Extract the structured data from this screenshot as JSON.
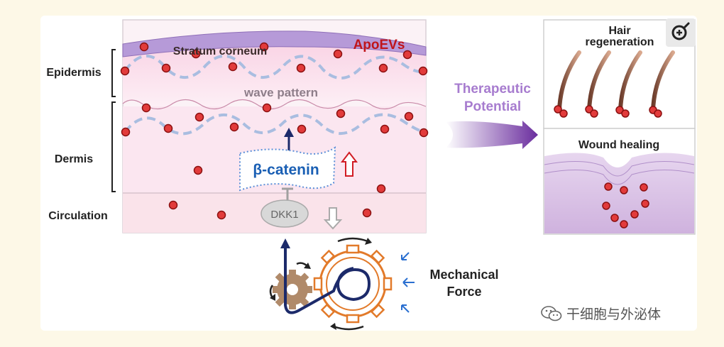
{
  "labels": {
    "apoevs": "ApoEVs",
    "stratum_corneum": "Stratum corneum",
    "wave_pattern": "wave pattern",
    "epidermis": "Epidermis",
    "dermis": "Dermis",
    "circulation": "Circulation",
    "beta_catenin": "β-catenin",
    "dkk1": "DKK1",
    "therapeutic_line1": "Therapeutic",
    "therapeutic_line2": "Potential",
    "hair_line1": "Hair",
    "hair_line2": "regeneration",
    "wound_healing": "Wound healing",
    "mechanical_line1": "Mechanical",
    "mechanical_line2": "Force"
  },
  "watermark": {
    "text": "干细胞与外泌体",
    "icon": "wechat-icon"
  },
  "controls": {
    "zoom_icon": "zoom-in-icon"
  },
  "colors": {
    "apoev_fill": "#e23b3b",
    "apoev_stroke": "#8b1010",
    "beta_catenin_text": "#1a5fb4",
    "arrow_purple": "#6a2d9e",
    "therapeutic_text": "#a77ccf",
    "stratum_purple": "#b69ad8",
    "gear_orange": "#e27a2a",
    "gear_brown": "#b08a6a",
    "navy": "#1c2a6a"
  }
}
